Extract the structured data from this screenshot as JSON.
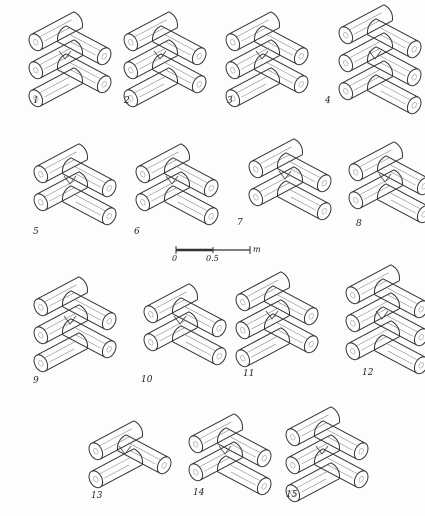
{
  "figure_numbers": [
    "1",
    "2",
    "3",
    "4",
    "5",
    "6",
    "7",
    "8",
    "9",
    "10",
    "11",
    "12",
    "13",
    "14",
    "15"
  ],
  "scale_bar": {
    "start": "0",
    "mid": "0.5",
    "unit": "m"
  },
  "icons": {
    "joint_drawing": "log-corner-joint-icon",
    "scale": "scale-bar-icon"
  }
}
